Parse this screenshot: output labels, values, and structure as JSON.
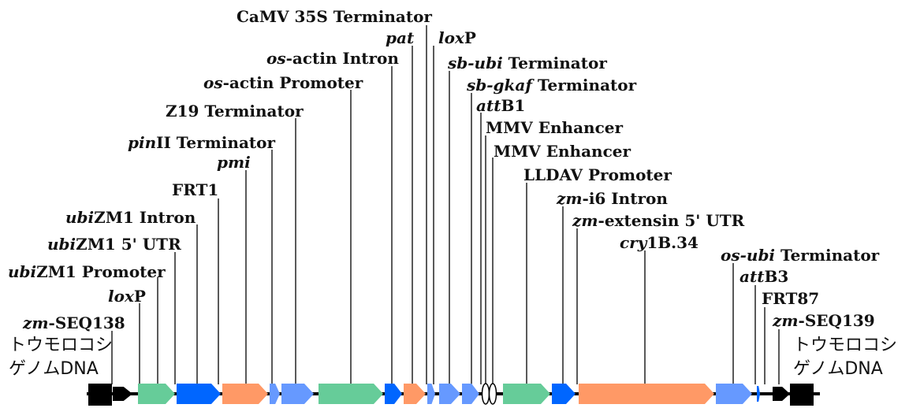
{
  "genomic_flank_left": [
    "トウモロコシ",
    "ゲノムDNA"
  ],
  "genomic_flank_right": [
    "トウモロコシ",
    "ゲノムDNA"
  ],
  "colors": {
    "black": "#000000",
    "green": "#66cc99",
    "blue": "#0066ff",
    "light_blue": "#6699ff",
    "orange": "#ff9966"
  },
  "elements": [
    {
      "id": "zm-seq138",
      "italic": "zm",
      "rest": "-SEQ138"
    },
    {
      "id": "loxp-1",
      "italic": "lox",
      "rest": "P"
    },
    {
      "id": "ubizm1-promoter",
      "italic": "ubi",
      "rest": "ZM1 Promoter"
    },
    {
      "id": "ubizm1-5utr",
      "italic": "ubi",
      "rest": "ZM1 5' UTR"
    },
    {
      "id": "ubizm1-intron",
      "italic": "ubi",
      "rest": "ZM1 Intron"
    },
    {
      "id": "frt1",
      "italic": "",
      "rest": "FRT1"
    },
    {
      "id": "pmi",
      "italic": "pmi",
      "rest": ""
    },
    {
      "id": "pinii-terminator",
      "italic": "pin",
      "rest": "II  Terminator"
    },
    {
      "id": "z19-terminator",
      "italic": "",
      "rest": "Z19 Terminator"
    },
    {
      "id": "os-actin-promoter",
      "italic": "os",
      "rest": "-actin Promoter"
    },
    {
      "id": "os-actin-intron",
      "italic": "os",
      "rest": "-actin Intron"
    },
    {
      "id": "camv35s-terminator",
      "italic": "",
      "rest": "CaMV 35S Terminator"
    },
    {
      "id": "pat",
      "italic": "pat",
      "rest": ""
    },
    {
      "id": "loxp-2",
      "italic": "lox",
      "rest": "P"
    },
    {
      "id": "sb-ubi-terminator",
      "italic": "sb-ubi",
      "rest": " Terminator"
    },
    {
      "id": "sb-gkaf-terminator",
      "italic": "sb-gkaf",
      "rest": "  Terminator"
    },
    {
      "id": "attb1",
      "italic": "att",
      "rest": "B1"
    },
    {
      "id": "mmv-enhancer-1",
      "italic": "",
      "rest": "MMV Enhancer"
    },
    {
      "id": "mmv-enhancer-2",
      "italic": "",
      "rest": "MMV Enhancer"
    },
    {
      "id": "lldav-promoter",
      "italic": "",
      "rest": "LLDAV Promoter"
    },
    {
      "id": "zm-i6-intron",
      "italic": "zm",
      "rest": "-i6 Intron"
    },
    {
      "id": "zm-extensin-5utr",
      "italic": "zm",
      "rest": "-extensin 5' UTR"
    },
    {
      "id": "cry1b34",
      "italic": "cry",
      "rest": "1B.34"
    },
    {
      "id": "os-ubi-terminator",
      "italic": "os-ubi",
      "rest": " Terminator"
    },
    {
      "id": "attb3",
      "italic": "att",
      "rest": "B3"
    },
    {
      "id": "frt87",
      "italic": "",
      "rest": "FRT87"
    },
    {
      "id": "zm-seq139",
      "italic": "zm",
      "rest": "-SEQ139"
    }
  ]
}
